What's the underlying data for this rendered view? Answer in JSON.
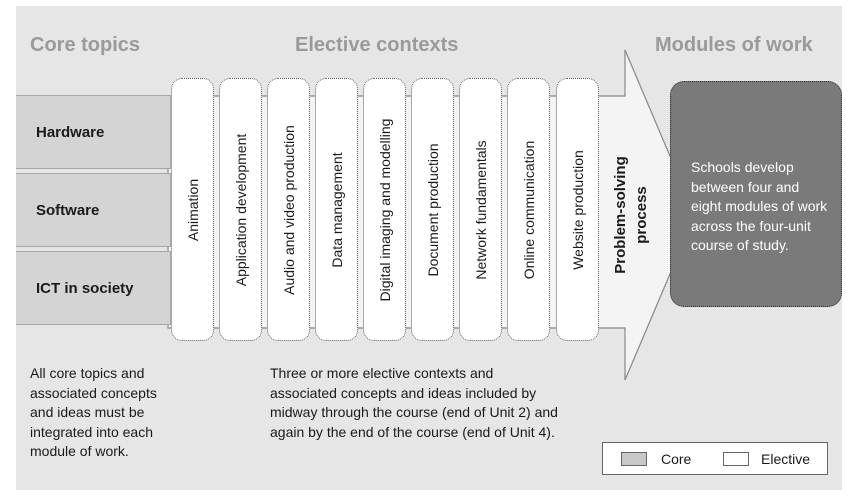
{
  "headings": {
    "core": "Core topics",
    "elective": "Elective contexts",
    "modules": "Modules of work"
  },
  "core_topics": [
    "Hardware",
    "Software",
    "ICT in society"
  ],
  "elective_contexts": [
    "Animation",
    "Application development",
    "Audio and video production",
    "Data management",
    "Digital imaging and modelling",
    "Document production",
    "Network fundamentals",
    "Online communication",
    "Website production"
  ],
  "process": {
    "line1": "Problem-solving",
    "line2": "process"
  },
  "modules_text": "Schools develop between four and eight modules of work across the four-unit course of study.",
  "notes": {
    "core": "All core topics and associated concepts and ideas must be integrated into each module of work.",
    "elective": "Three or more elective contexts and associated concepts and ideas included by midway through the course (end of Unit 2) and again by the end of the course (end of Unit 4)."
  },
  "legend": {
    "core": "Core",
    "elective": "Elective"
  },
  "colors": {
    "core_fill": "#d4d4d4",
    "elective_fill": "#ffffff",
    "module_fill": "#7a7a7a",
    "heading": "#9a9a9a"
  }
}
